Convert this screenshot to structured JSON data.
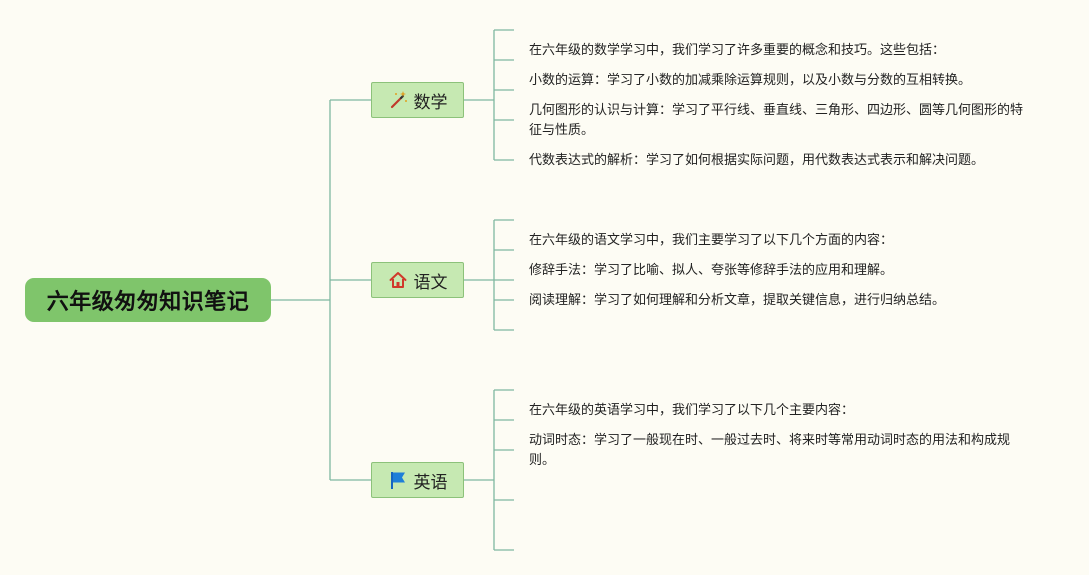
{
  "root": {
    "title": "六年级匆匆知识笔记"
  },
  "branches": [
    {
      "label": "数学",
      "icon": "magic-wand-icon",
      "items": [
        "在六年级的数学学习中，我们学习了许多重要的概念和技巧。这些包括：",
        "小数的运算：学习了小数的加减乘除运算规则，以及小数与分数的互相转换。",
        "几何图形的认识与计算：学习了平行线、垂直线、三角形、四边形、圆等几何图形的特征与性质。",
        "代数表达式的解析：学习了如何根据实际问题，用代数表达式表示和解决问题。"
      ]
    },
    {
      "label": "语文",
      "icon": "home-icon",
      "items": [
        "在六年级的语文学习中，我们主要学习了以下几个方面的内容：",
        "修辞手法：学习了比喻、拟人、夸张等修辞手法的应用和理解。",
        "阅读理解：学习了如何理解和分析文章，提取关键信息，进行归纳总结。"
      ]
    },
    {
      "label": "英语",
      "icon": "flag-icon",
      "items": [
        "在六年级的英语学习中，我们学习了以下几个主要内容：",
        "动词时态：学习了一般现在时、一般过去时、将来时等常用动词时态的用法和构成规则。"
      ]
    }
  ],
  "colors": {
    "background": "#fdfcf4",
    "root": "#7fc56b",
    "branch_fill": "#c6e9b2",
    "branch_border": "#8cc27a",
    "connector": "#7fb7a0",
    "wand": "#c0392b",
    "home": "#d0392b",
    "flag": "#1e7fd8"
  }
}
